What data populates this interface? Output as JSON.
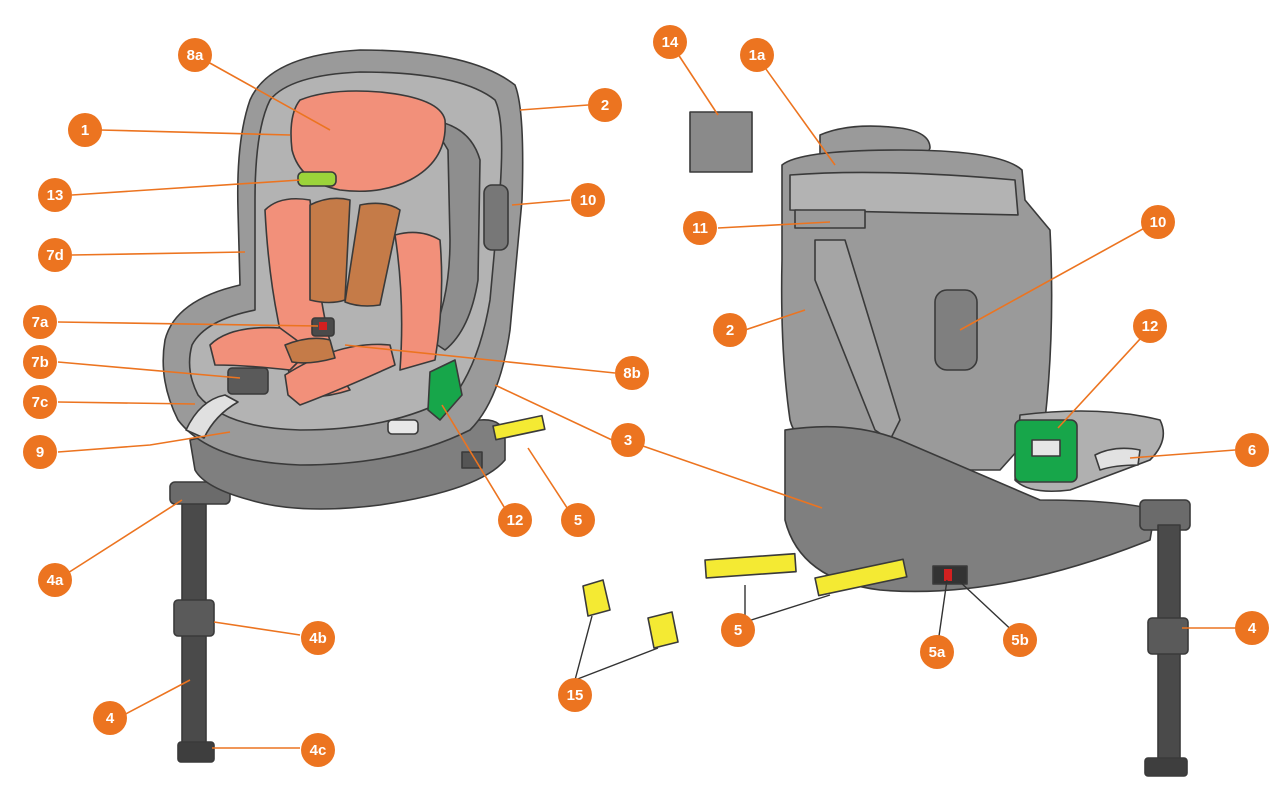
{
  "labels": {
    "l_8a": "8a",
    "l_1": "1",
    "l_13": "13",
    "l_7d": "7d",
    "l_7a": "7a",
    "l_7b": "7b",
    "l_7c": "7c",
    "l_9": "9",
    "l_4a": "4a",
    "l_4b": "4b",
    "l_4_left": "4",
    "l_4c": "4c",
    "l_2_top": "2",
    "l_10_left": "10",
    "l_8b": "8b",
    "l_3": "3",
    "l_12_left": "12",
    "l_5_left": "5",
    "l_15": "15",
    "l_14": "14",
    "l_1a": "1a",
    "l_11": "11",
    "l_10_right": "10",
    "l_2_right": "2",
    "l_12_right": "12",
    "l_6": "6",
    "l_5_right": "5",
    "l_5a": "5a",
    "l_5b": "5b",
    "l_4_right": "4"
  },
  "colors": {
    "badge": "#ec7420",
    "shell_gray": "#9a9a9a",
    "shell_light": "#b3b3b3",
    "shell_dark": "#7f7f7f",
    "insert_pink": "#f2907a",
    "strap_brown": "#c57b48",
    "latch_yellow": "#f4ea33",
    "lock_green": "#17a64a",
    "leg_dark": "#4a4a4a"
  }
}
